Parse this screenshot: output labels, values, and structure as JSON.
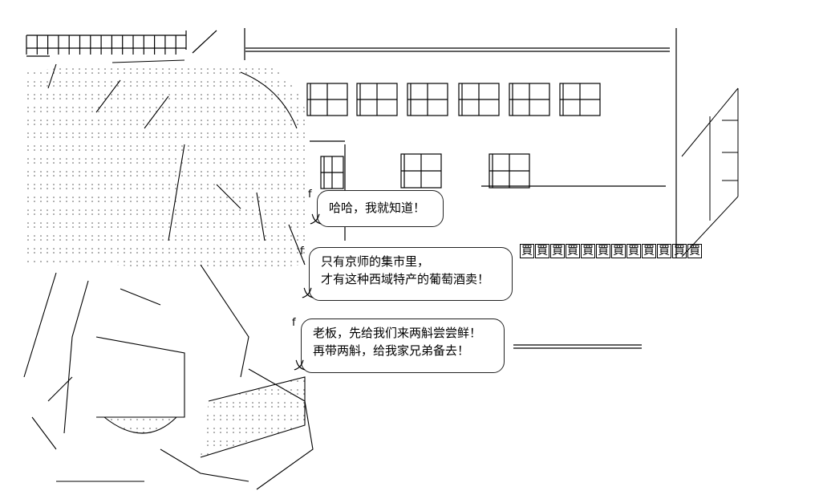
{
  "bubbles": [
    {
      "lines": [
        "哈哈，我就知道！"
      ]
    },
    {
      "lines": [
        "只有京师的集市里，",
        "才有这种西域特产的葡萄酒卖！"
      ]
    },
    {
      "lines": [
        "老板，先给我们来两斛尝尝鲜！",
        "再带两斛，给我家兄弟备去！"
      ]
    }
  ],
  "banner": {
    "chars": [
      "買",
      "買",
      "買",
      "買",
      "買",
      "買",
      "買",
      "買",
      "買",
      "買",
      "買",
      "買"
    ]
  },
  "bubble_marks": {
    "f": "f",
    "tail": "乂"
  }
}
